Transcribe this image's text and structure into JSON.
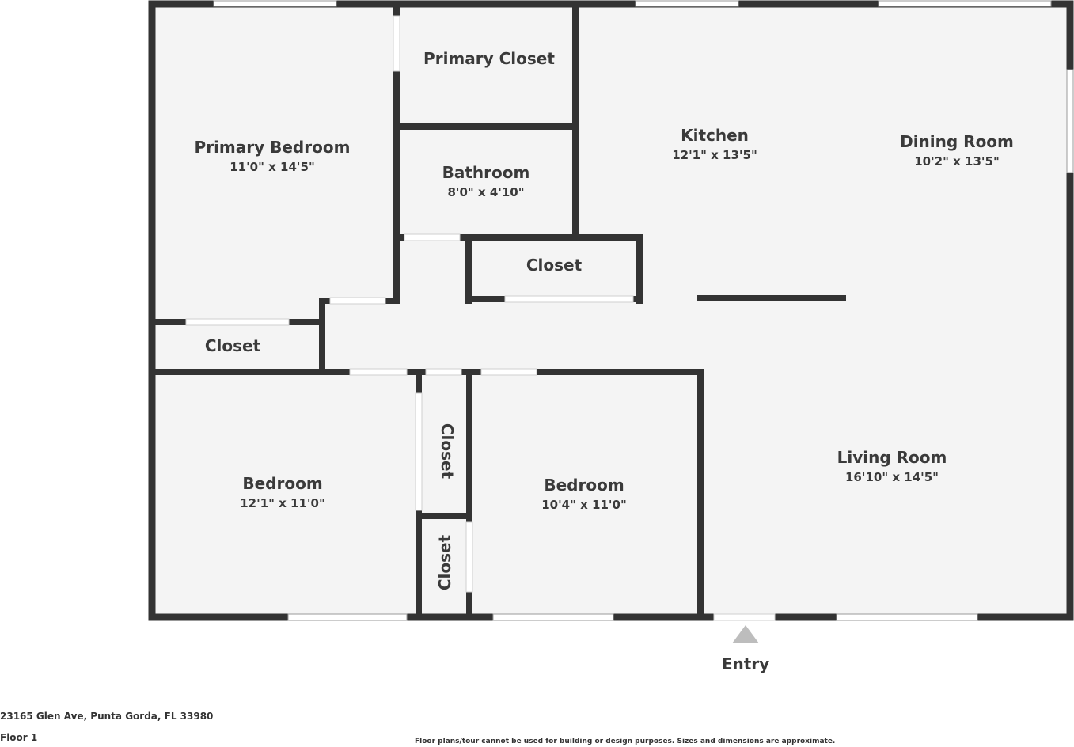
{
  "colors": {
    "wall": "#333333",
    "floor": "#f4f4f4",
    "window": "#ffffff",
    "marker": "#bdbdbd",
    "text": "#3a3a3a"
  },
  "rooms": {
    "primary_bedroom": {
      "name": "Primary Bedroom",
      "dims": "11'0\" x 14'5\""
    },
    "primary_closet": {
      "name": "Primary Closet"
    },
    "bathroom": {
      "name": "Bathroom",
      "dims": "8'0\" x 4'10\""
    },
    "kitchen": {
      "name": "Kitchen",
      "dims": "12'1\" x 13'5\""
    },
    "dining_room": {
      "name": "Dining Room",
      "dims": "10'2\" x 13'5\""
    },
    "hall_closet": {
      "name": "Closet"
    },
    "primary_bedroom_closet": {
      "name": "Closet"
    },
    "bedroom_west": {
      "name": "Bedroom",
      "dims": "12'1\" x 11'0\""
    },
    "closet_upper": {
      "name": "Closet"
    },
    "closet_lower": {
      "name": "Closet"
    },
    "bedroom_middle": {
      "name": "Bedroom",
      "dims": "10'4\" x 11'0\""
    },
    "living_room": {
      "name": "Living Room",
      "dims": "16'10\" x 14'5\""
    }
  },
  "entry": {
    "label": "Entry",
    "icon": "entry-triangle-icon"
  },
  "footer": {
    "address": "23165 Glen Ave, Punta Gorda, FL 33980",
    "floor": "Floor 1",
    "disclaimer": "Floor plans/tour cannot be used for building or design purposes. Sizes and dimensions are approximate."
  }
}
